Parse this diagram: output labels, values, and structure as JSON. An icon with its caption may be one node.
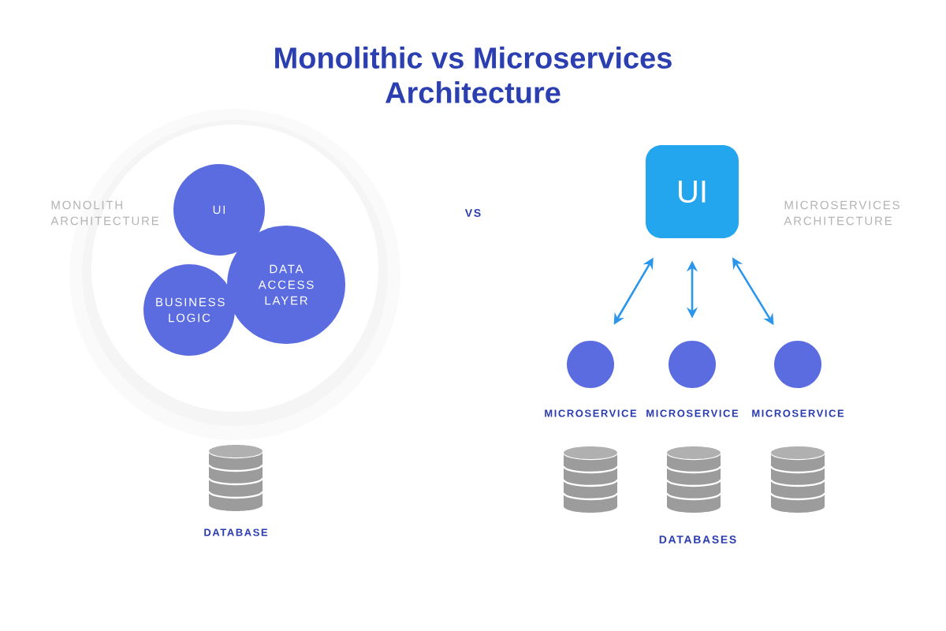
{
  "diagram": {
    "title": "Monolithic vs Microservices Architecture",
    "nodes": [
      {
        "text": [],
        "shape": "circle"
      },
      {
        "text": [
          "UI"
        ],
        "in": 0
      },
      {
        "text": [
          "DATA ACCESS LAYER"
        ],
        "in": 0
      },
      {
        "text": [
          "BUSINESS LOGIC"
        ],
        "in": 0
      },
      {
        "text": [],
        "shape": "cylinder",
        "beside": [
          "DATABASE"
        ]
      },
      {
        "text": [
          "UI"
        ]
      },
      {
        "text": [],
        "shape": "circle",
        "beside": [
          "MICROSERVICE"
        ]
      },
      {
        "text": [],
        "shape": "circle",
        "beside": [
          "MICROSERVICE"
        ]
      },
      {
        "text": [],
        "shape": "circle",
        "beside": [
          "MICROSERVICE"
        ]
      },
      {
        "text": [],
        "shape": "cylinder"
      },
      {
        "text": [],
        "shape": "cylinder"
      },
      {
        "text": [],
        "shape": "cylinder"
      }
    ],
    "edges": [
      {
        "from": 5,
        "to": 6,
        "arrow": "both"
      },
      {
        "from": 5,
        "to": 7,
        "arrow": "both"
      },
      {
        "from": 5,
        "to": 8,
        "arrow": "both"
      }
    ],
    "labels": [
      "MONOLITH ARCHITECTURE",
      "VS",
      "MICROSERVICES ARCHITECTURE",
      "DATABASES"
    ]
  }
}
